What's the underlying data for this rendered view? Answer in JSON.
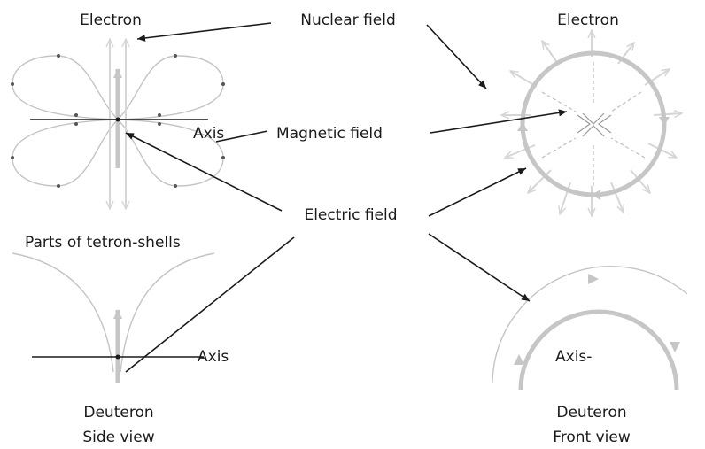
{
  "labels": {
    "electron_left": "Electron",
    "electron_right": "Electron",
    "nuclear_field": "Nuclear field",
    "magnetic_field": "Magnetic field",
    "electric_field": "Electric field",
    "axis_top_left": "Axis",
    "parts_of_tetron_shells": "Parts of tetron-shells",
    "axis_bottom_left": "Axis",
    "axis_bottom_right": "Axis-",
    "deuteron_left": "Deuteron",
    "side_view": "Side view",
    "deuteron_right": "Deuteron",
    "front_view": "Front view"
  },
  "colors": {
    "text": "#1a1a1a",
    "connector_line": "#1a1a1a",
    "field_gray": "#c6c6c6",
    "field_light": "#d6d6d6",
    "field_line": "#c4c4c4"
  }
}
